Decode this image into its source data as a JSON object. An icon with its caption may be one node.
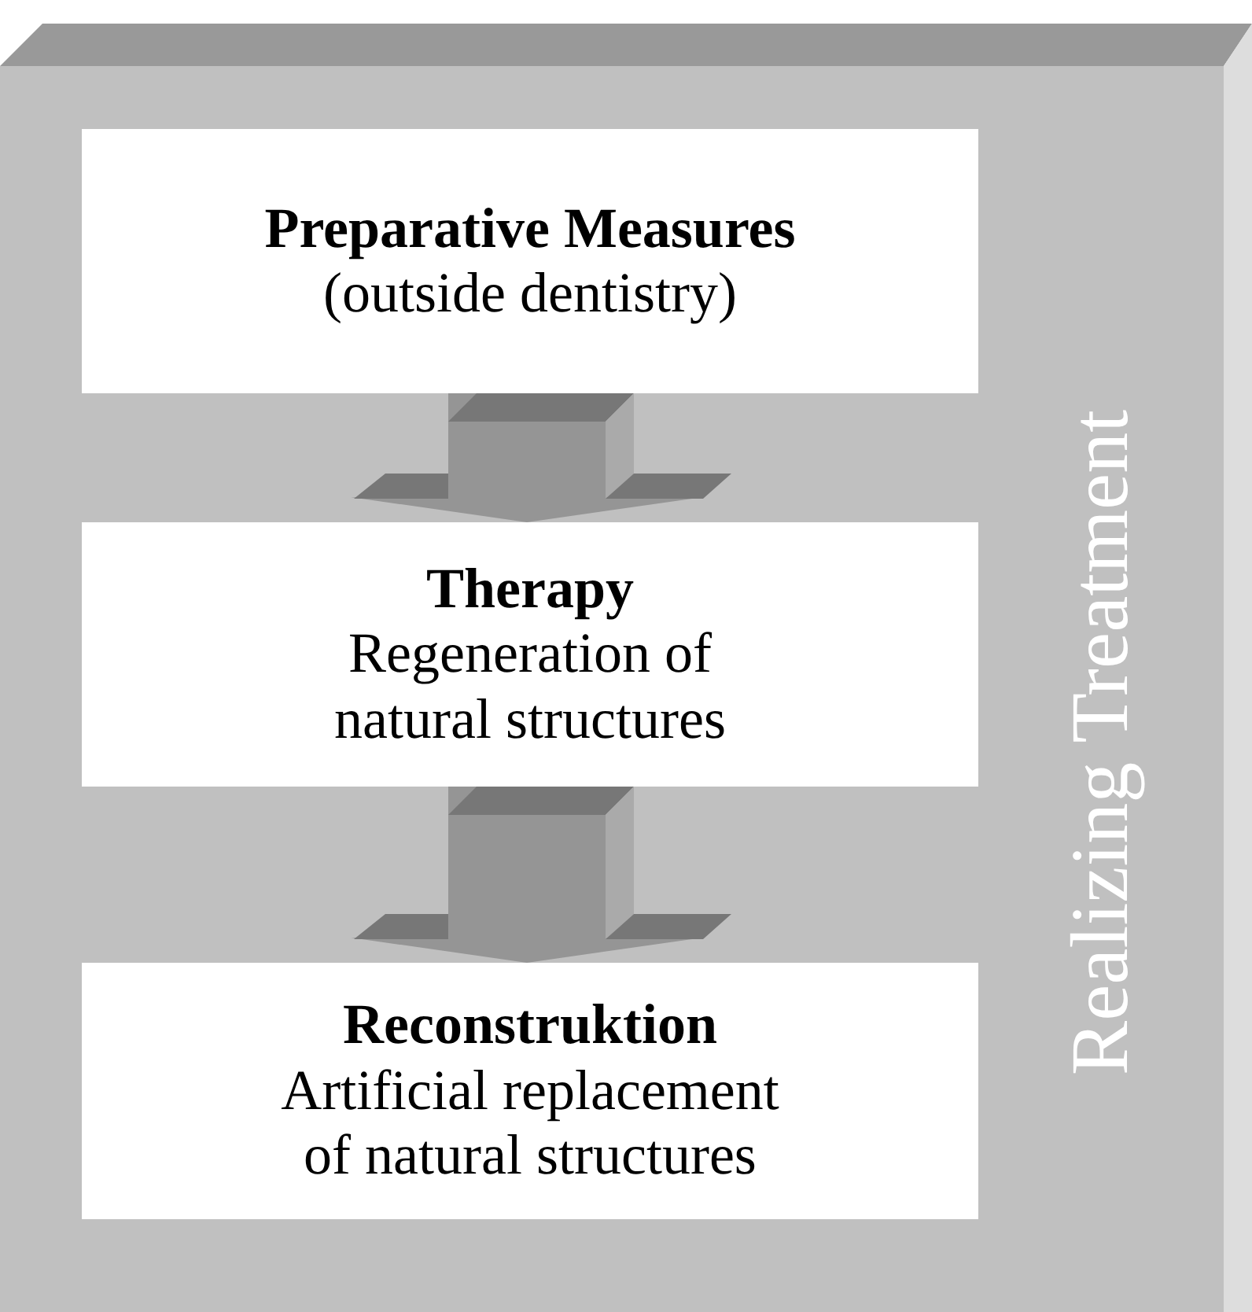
{
  "diagram": {
    "nodes": [
      {
        "text": [
          "Realizing Treatment"
        ]
      },
      {
        "text": [
          "Preparative Measures",
          "(outside dentistry)"
        ],
        "in": 0
      },
      {
        "text": [
          "Therapy",
          "Regeneration of natural structures"
        ],
        "in": 0
      },
      {
        "text": [
          "Reconstruktion",
          "Artificial replacement of natural structures"
        ],
        "in": 0
      }
    ],
    "edges": [
      {
        "from": 1,
        "to": 2,
        "arrow": "to"
      },
      {
        "from": 2,
        "to": 3,
        "arrow": "to"
      }
    ]
  }
}
